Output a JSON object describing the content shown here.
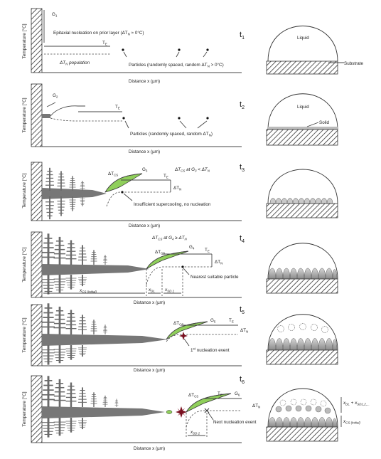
{
  "axes": {
    "y_label": "Temperature [°C]",
    "x_label": "Distance x (µm)"
  },
  "panels": [
    {
      "time": "t",
      "time_sub": "1",
      "stage": "initial",
      "labels": {
        "g1": "G",
        "g1_sub": "1",
        "epitaxial": "Epitaxial nucleation on prior layer (ΔT",
        "epitaxial_n": "N",
        "epitaxial_tail": " ≈ 0°C)",
        "te": "T",
        "te_sub": "E",
        "dtn_population": "ΔT",
        "dtn_population_n": "N",
        "dtn_population_tail": " population",
        "particles": "Particles (randomly spaced, random ΔT",
        "particles_n": "N",
        "particles_tail": " > 0°C)"
      },
      "schematic": {
        "liquid": "Liquid",
        "substrate": "Substrate"
      }
    },
    {
      "time": "t",
      "time_sub": "2",
      "stage": "solid-layer",
      "labels": {
        "g2": "G",
        "g2_sub": "2",
        "te": "T",
        "te_sub": "E",
        "particles": "Particles (randomly spaced, random ΔT",
        "particles_n": "N",
        "particles_tail": ")"
      },
      "schematic": {
        "liquid": "Liquid",
        "solid": "Solid"
      }
    },
    {
      "time": "t",
      "time_sub": "3",
      "stage": "dendrites",
      "labels": {
        "dtcs": "ΔT",
        "dtcs_sub": "CS",
        "g3": "G",
        "g3_sub": "3",
        "te": "T",
        "te_sub": "E",
        "condition": "ΔT",
        "condition_sub1": "CS",
        "condition_mid": " at G",
        "condition_sub2": "3",
        "condition_tail": " < ΔT",
        "condition_sub3": "N",
        "dtn": "ΔT",
        "dtn_sub": "N",
        "note": "Insufficient supercooling, no nucleation"
      }
    },
    {
      "time": "t",
      "time_sub": "4",
      "stage": "columnar",
      "labels": {
        "condition": "ΔT",
        "condition_sub1": "CS",
        "condition_mid": " at G",
        "condition_sub2": "4",
        "condition_tail": " ≥ ΔT",
        "condition_sub3": "N",
        "dtcs": "ΔT",
        "dtcs_sub": "CS",
        "g4": "G",
        "g4_sub": "4",
        "te": "T",
        "te_sub": "E",
        "dtn": "ΔT",
        "dtn_sub": "N",
        "nearest": "Nearest suitable particle",
        "xcs": "x",
        "xcs_sub": "CS (initial)",
        "xdl": "x",
        "xdl_sub": "DL",
        "xsd": "x",
        "xsd_sub": "SD 1"
      }
    },
    {
      "time": "t",
      "time_sub": "5",
      "stage": "first-nucleation",
      "labels": {
        "dtcs": "ΔT",
        "dtcs_sub": "CS",
        "g5": "G",
        "g5_sub": "5",
        "te": "T",
        "te_sub": "E",
        "dtn": "ΔT",
        "dtn_sub": "N",
        "event": "1",
        "event_sup": "st",
        "event_tail": " nucleation event"
      }
    },
    {
      "time": "t",
      "time_sub": "6",
      "stage": "next-nucleation",
      "labels": {
        "dtcs": "ΔT",
        "dtcs_sub": "CS",
        "te": "T",
        "te_sub": "E",
        "g6": "G",
        "g6_sub": "6",
        "dtn": "ΔT",
        "dtn_sub": "N",
        "next": "Next nucleation event",
        "xsd2": "x",
        "xsd2_sub": "SD 2"
      },
      "schematic": {
        "xdl_xsd": "x",
        "xdl_sub": "DL",
        "xdl_plus": " + x",
        "xsd_sub": "SD1,2,...",
        "xcs": "x",
        "xcs_sub": "CS (initial)"
      }
    }
  ],
  "colors": {
    "supercooled_zone": "#8fcf5a",
    "grain": "#777777",
    "nucleation_star": "#7a1020"
  }
}
